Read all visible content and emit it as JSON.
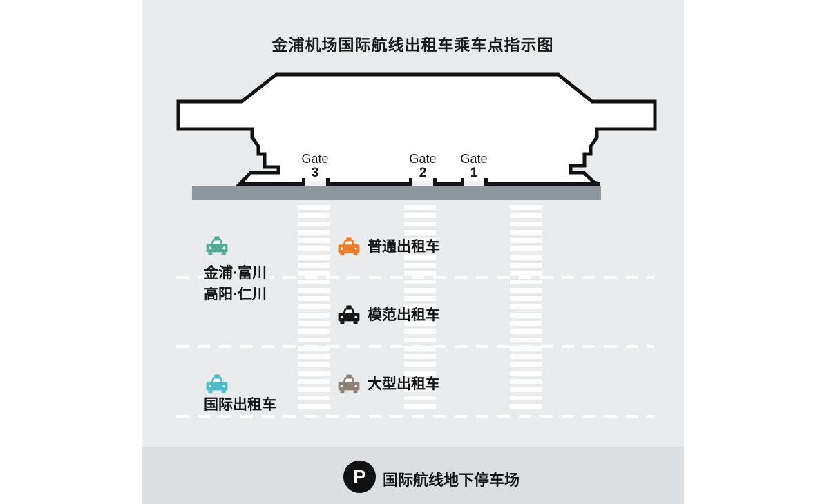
{
  "title": "金浦机场国际航线出租车乘车点指示图",
  "gates": [
    {
      "word": "Gate",
      "num": "3"
    },
    {
      "word": "Gate",
      "num": "2"
    },
    {
      "word": "Gate",
      "num": "1"
    }
  ],
  "zones": [
    {
      "id": "gimpo-bucheon-goyang-incheon",
      "taxi_color": "#54ab93",
      "lines": [
        "金浦·富川",
        "高阳·仁川"
      ]
    },
    {
      "id": "regular-taxi",
      "taxi_color": "#ee7c26",
      "label": "普通出租车"
    },
    {
      "id": "deluxe-taxi",
      "taxi_color": "#161616",
      "label": "模范出租车"
    },
    {
      "id": "large-taxi",
      "taxi_color": "#8e8176",
      "label": "大型出租车"
    },
    {
      "id": "international-taxi",
      "taxi_color": "#4db9c9",
      "label": "国际出租车"
    }
  ],
  "parking": {
    "symbol": "P",
    "label": "国际航线地下停车场"
  },
  "colors": {
    "page_bg": "#ffffff",
    "panel_bg": "#e9ebec",
    "footer_bg": "#dcdfe1",
    "curb_bar": "#8e979e",
    "building_outline": "#111111",
    "crosswalk_stripe": "#ffffff"
  }
}
